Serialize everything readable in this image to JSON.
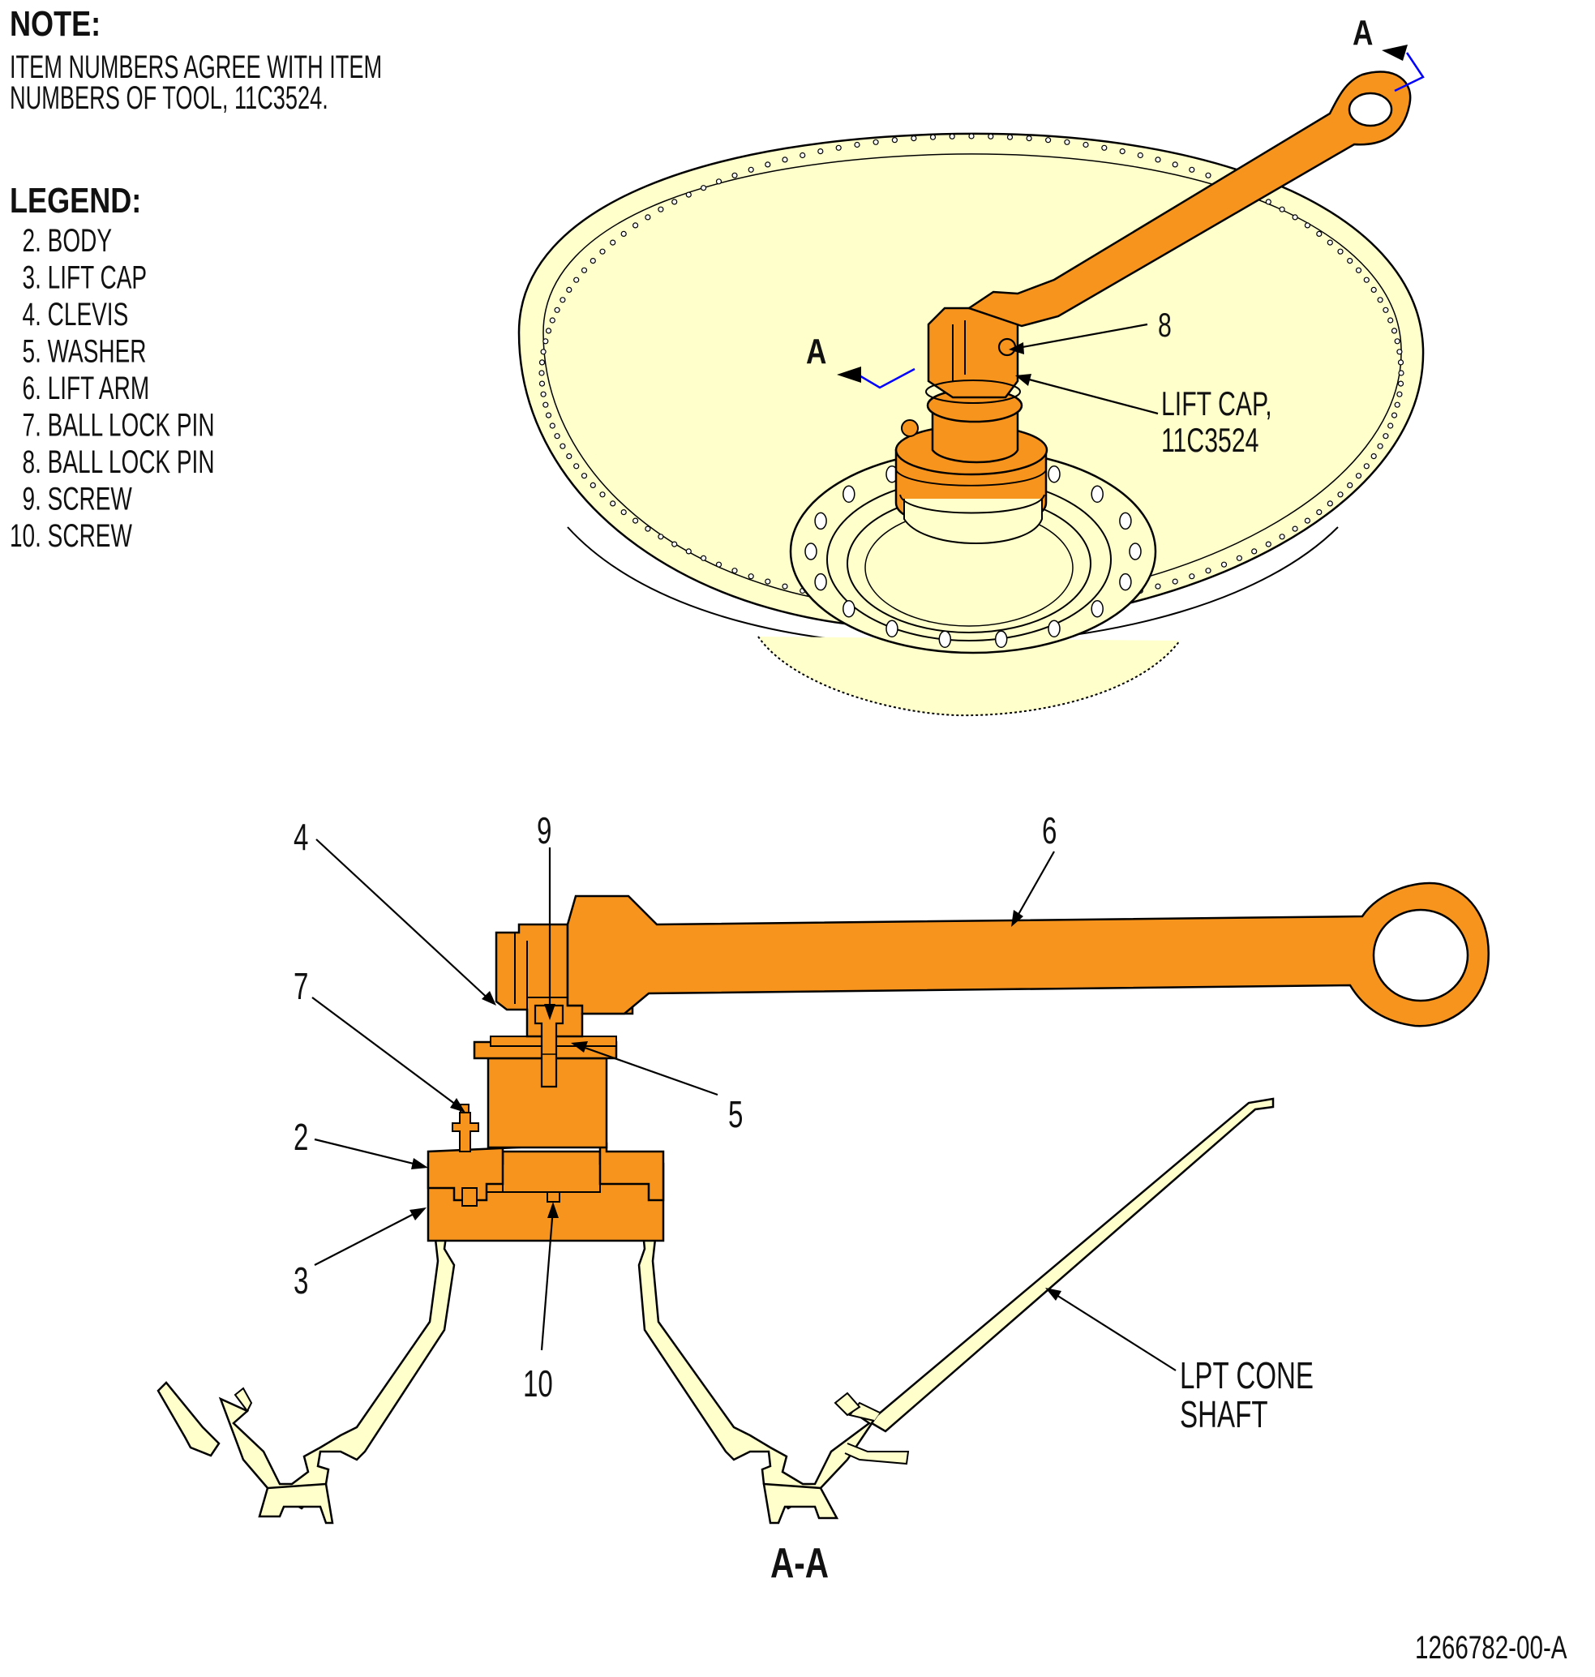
{
  "note": {
    "heading": "NOTE:",
    "line1": "ITEM NUMBERS AGREE WITH ITEM",
    "line2": "NUMBERS OF TOOL, 11C3524."
  },
  "legend": {
    "heading": "LEGEND:",
    "items": [
      "  2. BODY",
      "  3. LIFT CAP",
      "  4. CLEVIS",
      "  5. WASHER",
      "  6. LIFT ARM",
      "  7. BALL LOCK PIN",
      "  8. BALL LOCK PIN",
      "  9. SCREW",
      "10. SCREW"
    ]
  },
  "top_view": {
    "section_mark": "A",
    "callout_8": "8",
    "lift_cap_line1": "LIFT CAP,",
    "lift_cap_line2": "11C3524"
  },
  "section_view": {
    "callouts": [
      "4",
      "9",
      "6",
      "7",
      "5",
      "2",
      "3",
      "10"
    ],
    "lpt_line1": "LPT CONE",
    "lpt_line2": "SHAFT",
    "section_title": "A-A"
  },
  "figure_id": "1266782-00-A",
  "colors": {
    "tool_orange": "#F7941D",
    "part_cream": "#FFFFCC",
    "section_mark_blue": "#0000FF",
    "line": "#000000"
  }
}
